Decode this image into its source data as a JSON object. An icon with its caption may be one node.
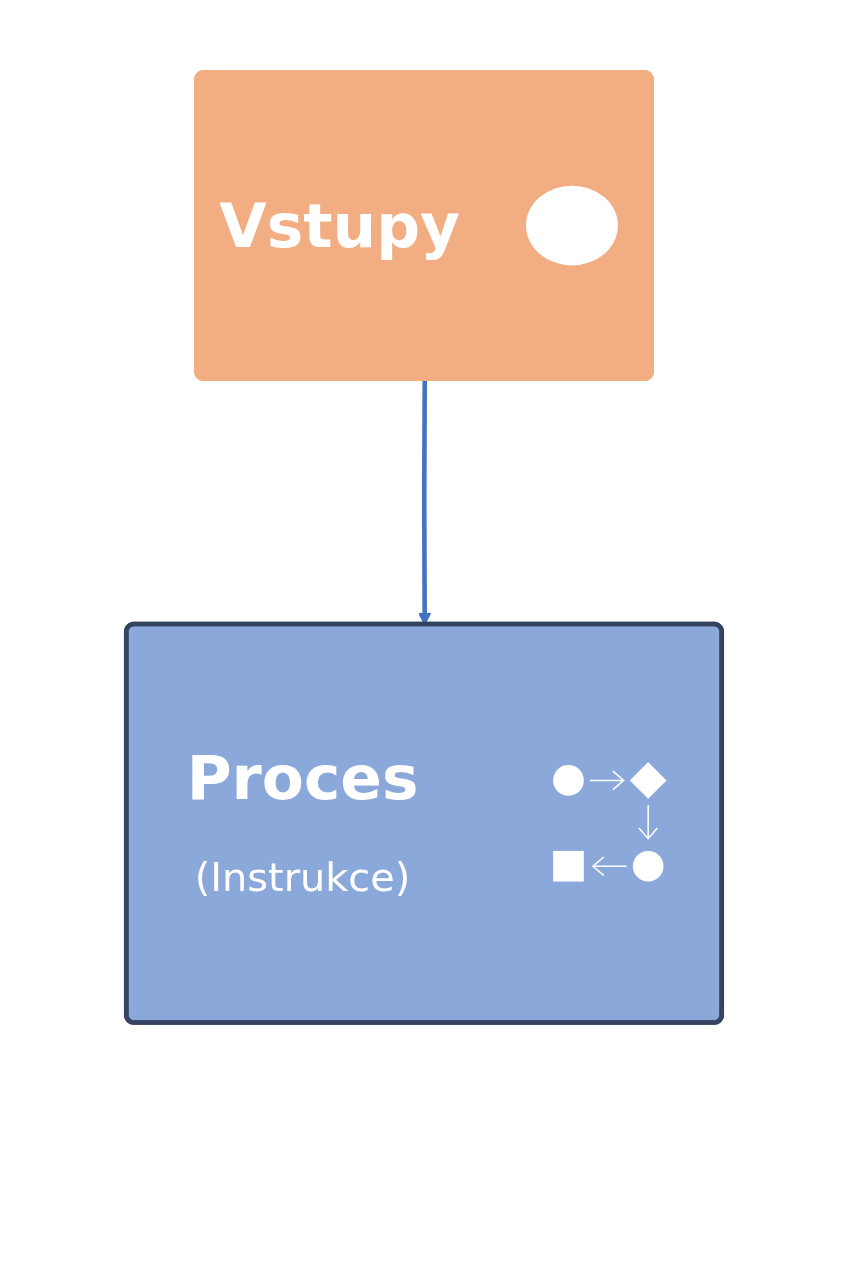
{
  "diagram": {
    "nodes": [
      {
        "text": [
          "Vstupy"
        ]
      },
      {
        "text": [
          "Proces",
          "(Instrukce)"
        ]
      }
    ],
    "edges": [
      {
        "from": 0,
        "to": 1,
        "arrow": "to"
      }
    ]
  }
}
